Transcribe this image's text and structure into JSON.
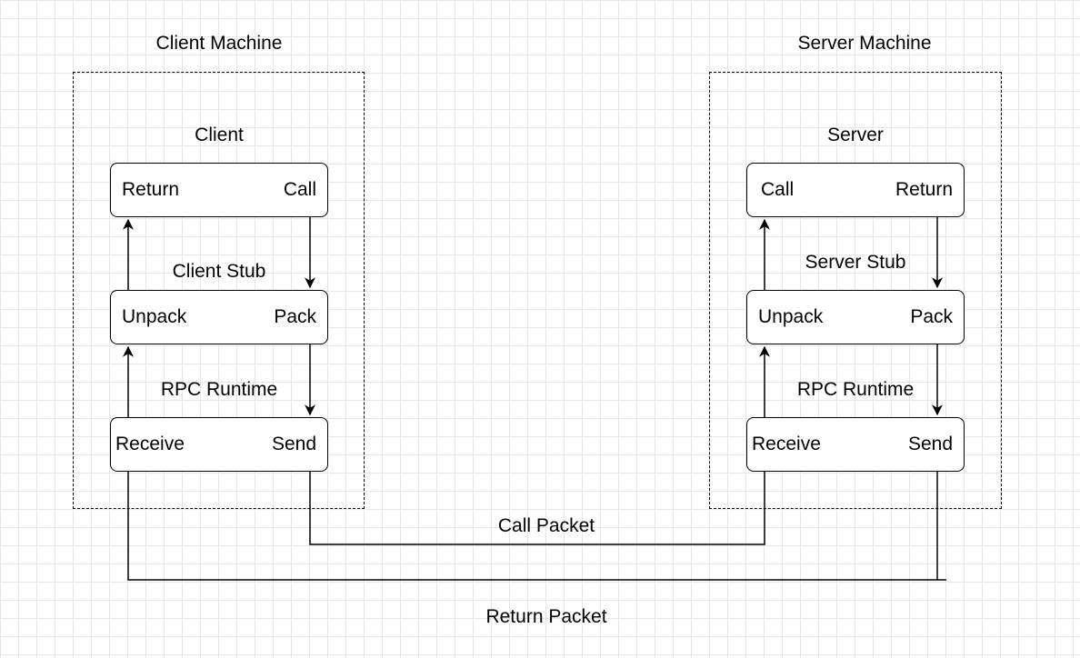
{
  "client_machine": {
    "title": "Client Machine",
    "process_label": "Client",
    "stub_label": "Client Stub",
    "runtime_label": "RPC Runtime",
    "app_box": {
      "left": "Return",
      "right": "Call"
    },
    "stub_box": {
      "left": "Unpack",
      "right": "Pack"
    },
    "runtime_box": {
      "left": "Receive",
      "right": "Send"
    }
  },
  "server_machine": {
    "title": "Server Machine",
    "process_label": "Server",
    "stub_label": "Server Stub",
    "runtime_label": "RPC Runtime",
    "app_box": {
      "left": "Call",
      "right": "Return"
    },
    "stub_box": {
      "left": "Unpack",
      "right": "Pack"
    },
    "runtime_box": {
      "left": "Receive",
      "right": "Send"
    }
  },
  "call_packet_label": "Call Packet",
  "return_packet_label": "Return Packet"
}
